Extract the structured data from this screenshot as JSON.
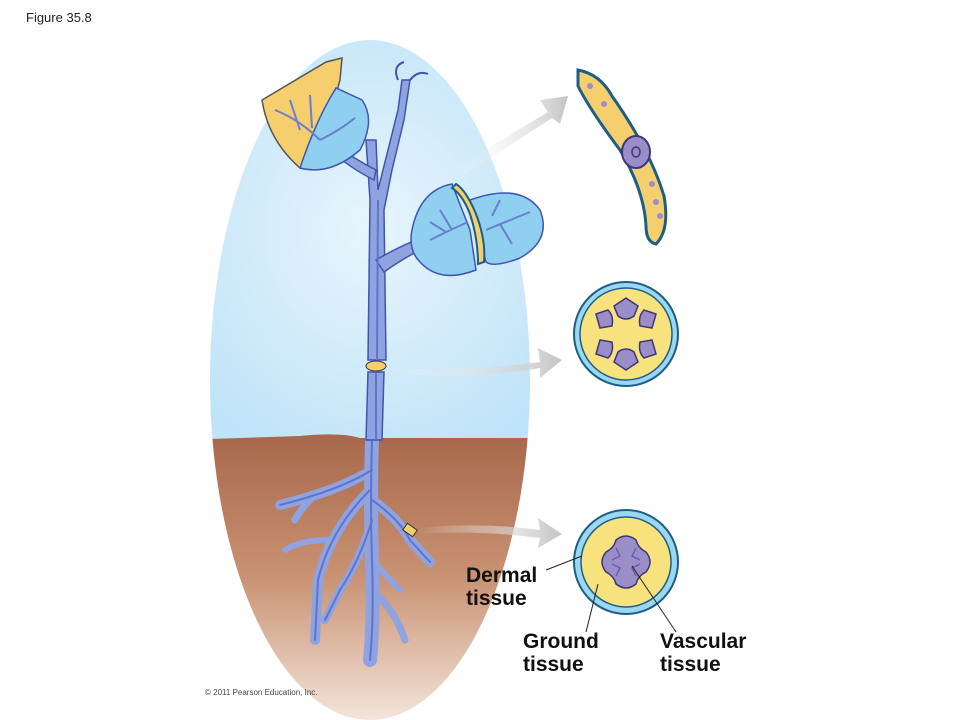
{
  "figure_label": "Figure 35.8",
  "copyright": "© 2011 Pearson Education, Inc.",
  "labels": {
    "dermal_line1": "Dermal",
    "dermal_line2": "tissue",
    "ground_line1": "Ground",
    "ground_line2": "tissue",
    "vascular_line1": "Vascular",
    "vascular_line2": "tissue"
  },
  "colors": {
    "sky": "#bfe3f8",
    "soil": "#b57d5c",
    "stem": "#8fa3e0",
    "vein": "#6a7fd0",
    "leaf": "#8fd0f0",
    "leaf_cut": "#f5cf6e",
    "dermal": "#9bd7f2",
    "ground": "#f8e27d",
    "vascular": "#9a8ec9",
    "arrow": "#cccccc"
  }
}
